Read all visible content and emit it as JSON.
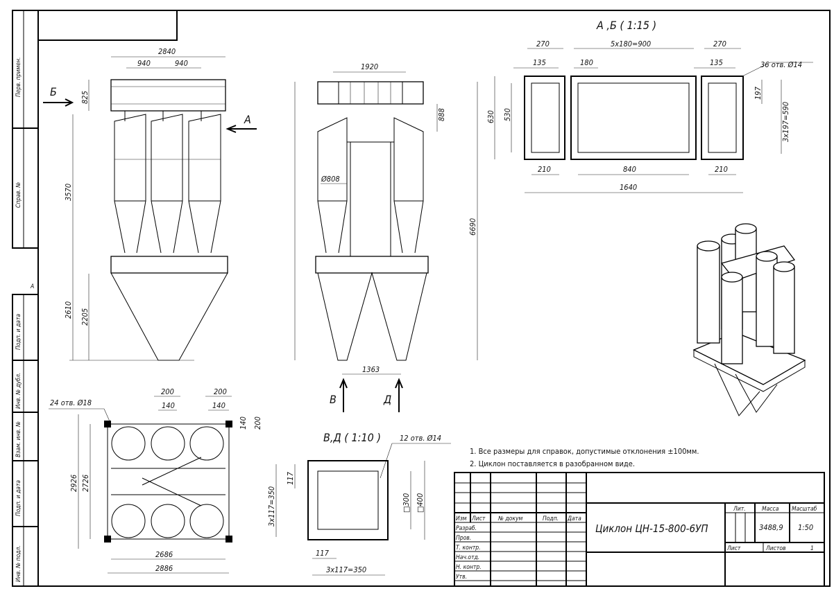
{
  "sheet": {
    "title": "Циклон ЦН-15-800-6УП",
    "mass": "3488,9",
    "scale": "1:50",
    "sheets_count": "1",
    "headers": {
      "lit": "Лит.",
      "mass": "Масса",
      "scale": "Масштаб",
      "sheet": "Лист",
      "sheets": "Листов"
    },
    "columns": {
      "izm": "Изм",
      "list": "Лист",
      "doc": "№ докум",
      "sign": "Подп.",
      "date": "Дата"
    },
    "roles": [
      "Разраб.",
      "Пров.",
      "Т. контр.",
      "Нач.отд.",
      "Н. контр.",
      "Утв."
    ]
  },
  "side_strip": {
    "top": [
      "Перв. примен.",
      "Справ. №"
    ],
    "bottom": [
      "Подп. и дата",
      "Инв. № дубл.",
      "Взам. инв. №",
      "Подп. и дата",
      "Инв. № подл."
    ],
    "mark": "А"
  },
  "notes": [
    "1. Все размеры для справок, допустимые отклонения ±100мм.",
    "2. Циклон поставляется в разобранном виде."
  ],
  "views": {
    "front": {
      "arrow_b": "Б",
      "arrow_a": "А",
      "dims": [
        "2840",
        "940",
        "940",
        "825",
        "3570",
        "2610",
        "2205"
      ]
    },
    "side": {
      "arrow_v": "В",
      "arrow_d": "Д",
      "dims": [
        "1920",
        "888",
        "Ø808",
        "6690",
        "1363"
      ]
    },
    "plan": {
      "holes": "24 отв. Ø18",
      "dims": [
        "200",
        "140",
        "200",
        "140",
        "140",
        "200",
        "2926",
        "2726",
        "2686",
        "2886"
      ]
    },
    "section_ab": {
      "title": "А ,Б ( 1:15 )",
      "holes": "36 отв. Ø14",
      "dims": [
        "270",
        "5x180=900",
        "270",
        "135",
        "180",
        "135",
        "630",
        "530",
        "197",
        "3x197=590",
        "210",
        "840",
        "210",
        "1640"
      ]
    },
    "section_vd": {
      "title": "В,Д ( 1:10 )",
      "holes": "12 отв. Ø14",
      "dims": [
        "117",
        "3x117=350",
        "□300",
        "□400",
        "117",
        "3x117=350"
      ]
    }
  }
}
